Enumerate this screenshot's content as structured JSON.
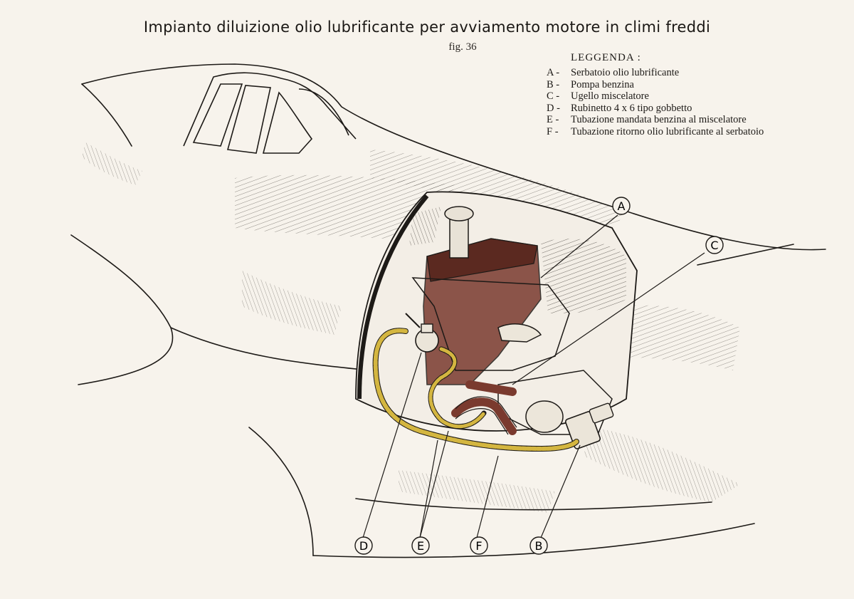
{
  "title": "Impianto diluizione olio lubrificante per avviamento motore in climi freddi",
  "figure_label": "fig. 36",
  "legend": {
    "heading": "LEGGENDA :",
    "items": [
      {
        "key": "A -",
        "text": "Serbatoio olio lubrificante"
      },
      {
        "key": "B -",
        "text": "Pompa benzina"
      },
      {
        "key": "C -",
        "text": "Ugello miscelatore"
      },
      {
        "key": "D -",
        "text": "Rubinetto 4 x 6 tipo gobbetto"
      },
      {
        "key": "E -",
        "text": "Tubazione mandata benzina al miscelatore"
      },
      {
        "key": "F -",
        "text": "Tubazione ritorno olio lubrificante al serbatoio"
      }
    ]
  },
  "callouts": {
    "A": "A",
    "B": "B",
    "C": "C",
    "D": "D",
    "E": "E",
    "F": "F"
  },
  "colors": {
    "ink": "#1d1a17",
    "paper": "#f7f3ec",
    "oil_tank": "#7a3a2e",
    "fuel_line": "#d4b640"
  }
}
